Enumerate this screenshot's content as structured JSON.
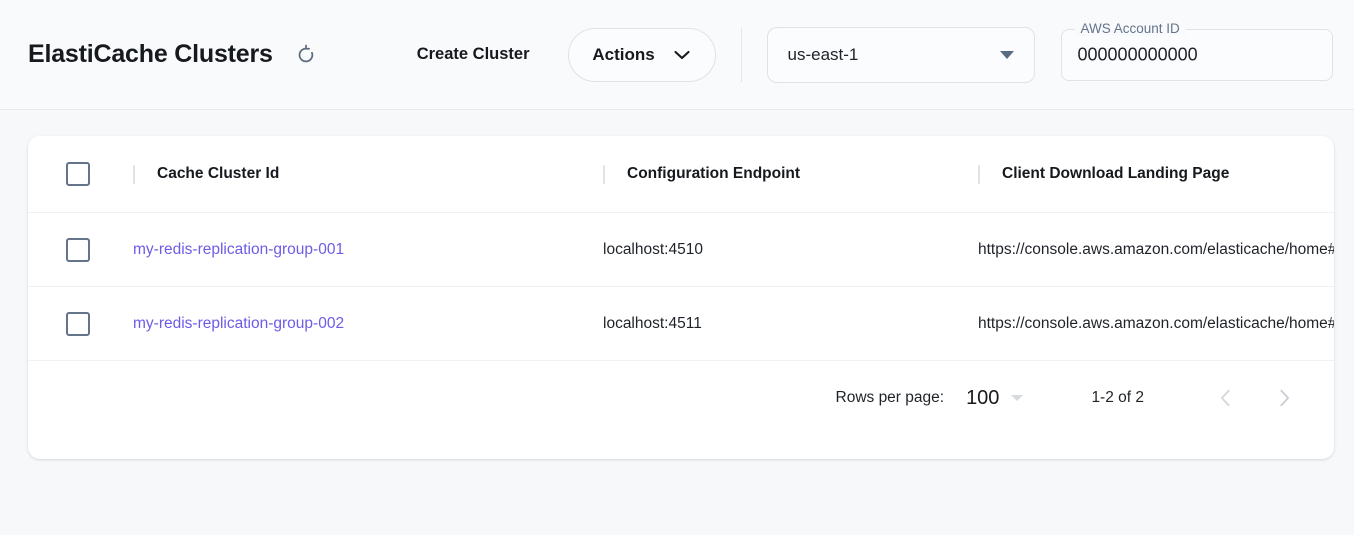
{
  "header": {
    "title": "ElastiCache Clusters",
    "refresh_icon": "refresh-icon",
    "create_cluster_label": "Create Cluster",
    "actions_label": "Actions",
    "actions_chevron_icon": "chevron-down-icon",
    "region": {
      "value": "us-east-1",
      "arrow_icon": "triangle-down-icon"
    },
    "account": {
      "label": "AWS Account ID",
      "value": "000000000000"
    }
  },
  "table": {
    "columns": [
      {
        "key": "select",
        "label": ""
      },
      {
        "key": "cluster_id",
        "label": "Cache Cluster Id"
      },
      {
        "key": "config_endpoint",
        "label": "Configuration Endpoint"
      },
      {
        "key": "client_download",
        "label": "Client Download Landing Page"
      }
    ],
    "rows": [
      {
        "cluster_id": "my-redis-replication-group-001",
        "config_endpoint": "localhost:4510",
        "client_download": "https://console.aws.amazon.com/elasticache/home#client-download:"
      },
      {
        "cluster_id": "my-redis-replication-group-002",
        "config_endpoint": "localhost:4511",
        "client_download": "https://console.aws.amazon.com/elasticache/home#client-download:"
      }
    ]
  },
  "pagination": {
    "rows_per_page_label": "Rows per page:",
    "rows_per_page_value": "100",
    "range_label": "1-2 of 2",
    "prev_icon": "chevron-left-icon",
    "next_icon": "chevron-right-icon"
  },
  "colors": {
    "link": "#6c5ce7",
    "page_bg": "#f7f8fa",
    "card_bg": "#ffffff",
    "checkbox_border": "#64748b"
  }
}
